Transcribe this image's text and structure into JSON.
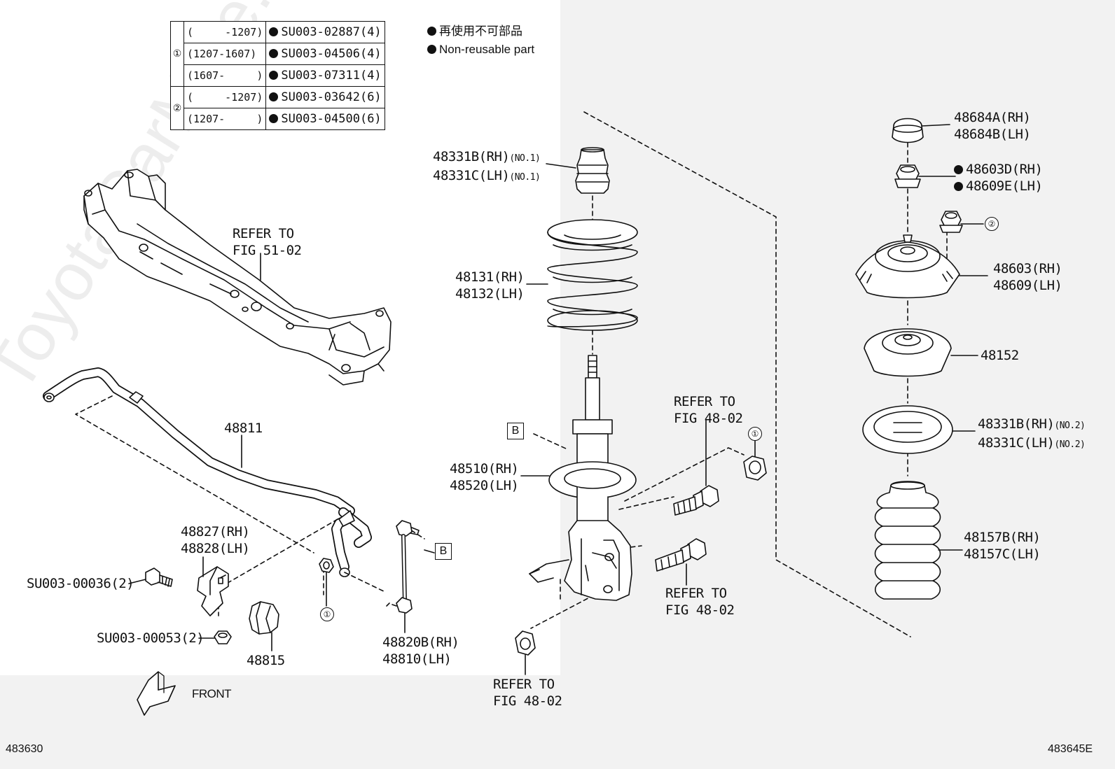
{
  "watermark": "ToyotaCarMine.ru",
  "parts_table": {
    "group1": "①",
    "group2": "②",
    "rows": [
      {
        "range": "(     -1207)",
        "part": "SU003-02887(4)"
      },
      {
        "range": "(1207-1607)",
        "part": "SU003-04506(4)"
      },
      {
        "range": "(1607-     )",
        "part": "SU003-07311(4)"
      },
      {
        "range": "(     -1207)",
        "part": "SU003-03642(6)"
      },
      {
        "range": "(1207-     )",
        "part": "SU003-04500(6)"
      }
    ]
  },
  "legend": {
    "japanese": "再使用不可部品",
    "english": "Non-reusable part"
  },
  "labels": {
    "refer_51_line1": "REFER TO",
    "refer_51_line2": "FIG 51-02",
    "p48811": "48811",
    "p48827": "48827(RH)",
    "p48828": "48828(LH)",
    "su00036": "SU003-00036(2)",
    "su00053": "SU003-00053(2)",
    "p48815": "48815",
    "p48820b": "48820B(RH)",
    "p48810": "48810(LH)",
    "p48331b_no1": "48331B(RH)",
    "p48331c_no1": "48331C(LH)",
    "no1": "(NO.1)",
    "p48131": "48131(RH)",
    "p48132": "48132(LH)",
    "p48510": "48510(RH)",
    "p48520": "48520(LH)",
    "refer_48_a1": "REFER TO",
    "refer_48_a2": "FIG 48-02",
    "refer_48_b1": "REFER TO",
    "refer_48_b2": "FIG 48-02",
    "refer_48_c1": "REFER TO",
    "refer_48_c2": "FIG 48-02",
    "p48684a": "48684A(RH)",
    "p48684b": "48684B(LH)",
    "p48603d": "48603D(RH)",
    "p48609e": "48609E(LH)",
    "p48603": "48603(RH)",
    "p48609": "48609(LH)",
    "p48152": "48152",
    "p48331b_no2": "48331B(RH)",
    "p48331c_no2": "48331C(LH)",
    "no2": "(NO.2)",
    "p48157b": "48157B(RH)",
    "p48157c": "48157C(LH)",
    "box_b": "B",
    "circ1": "①",
    "circ2": "②",
    "front": "FRONT",
    "code_left": "483630",
    "code_right": "483645E"
  }
}
